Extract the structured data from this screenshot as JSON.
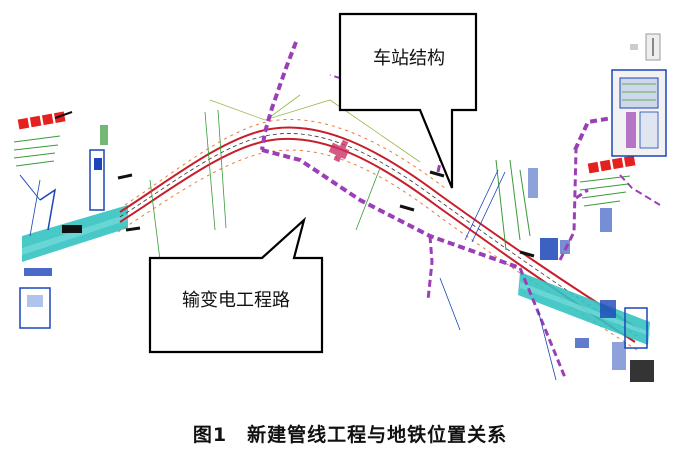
{
  "callouts": {
    "station_structure": "车站结构",
    "power_line_route": "输变电工程路"
  },
  "caption": "图1　新建管线工程与地铁位置关系",
  "colors": {
    "station_band": "#35c2c2",
    "track_red": "#c81e2a",
    "pipeline_purple": "#9b3fb6",
    "utility_blue": "#1b45b8",
    "annotation_green": "#3a9a3a",
    "label_red": "#e4211f",
    "callout_border": "#000000"
  }
}
